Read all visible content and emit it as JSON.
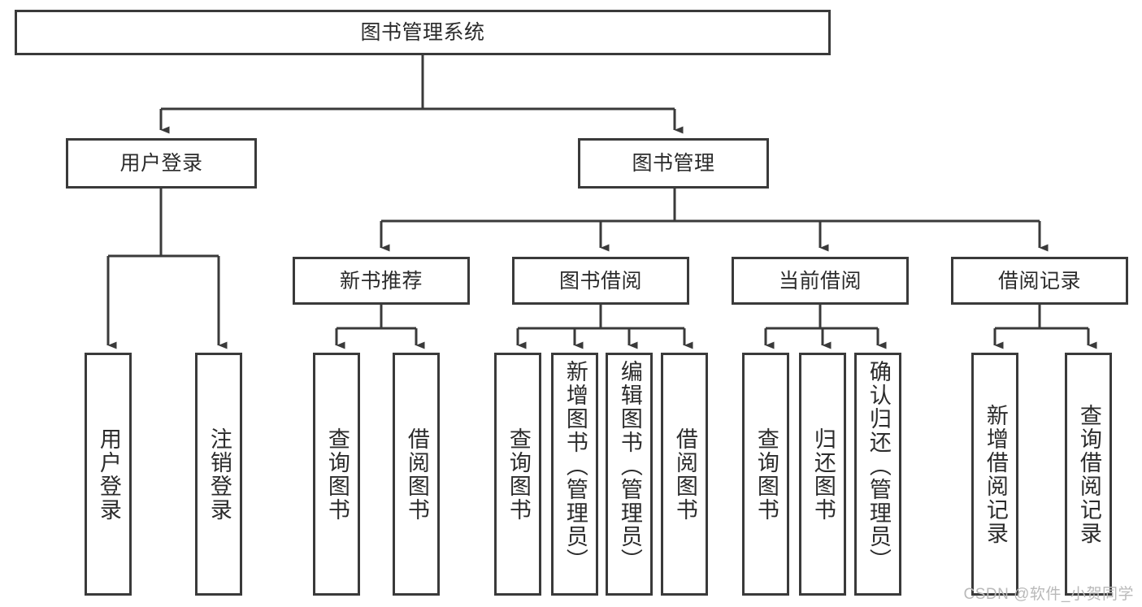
{
  "diagram": {
    "title": "图书管理系统",
    "watermark": "CSDN @软件_小贺同学",
    "colors": {
      "border": "#3a3a3a",
      "background": "#ffffff",
      "text": "#2b2b2b",
      "watermark": "#b9b9b9"
    },
    "root": {
      "label": "图书管理系统"
    },
    "level2": [
      {
        "label": "用户登录"
      },
      {
        "label": "图书管理"
      }
    ],
    "level3": [
      {
        "label": "新书推荐"
      },
      {
        "label": "图书借阅"
      },
      {
        "label": "当前借阅"
      },
      {
        "label": "借阅记录"
      }
    ],
    "leaves": {
      "user_login": [
        {
          "label": "用户登录"
        },
        {
          "label": "注销登录"
        }
      ],
      "new_book_recommend": [
        {
          "label": "查询图书"
        },
        {
          "label": "借阅图书"
        }
      ],
      "book_borrow": [
        {
          "label": "查询图书"
        },
        {
          "label": "新增图书（管理员）"
        },
        {
          "label": "编辑图书（管理员）"
        },
        {
          "label": "借阅图书"
        }
      ],
      "current_borrow": [
        {
          "label": "查询图书"
        },
        {
          "label": "归还图书"
        },
        {
          "label": "确认归还（管理员）"
        }
      ],
      "borrow_record": [
        {
          "label": "新增借阅记录"
        },
        {
          "label": "查询借阅记录"
        }
      ]
    }
  }
}
